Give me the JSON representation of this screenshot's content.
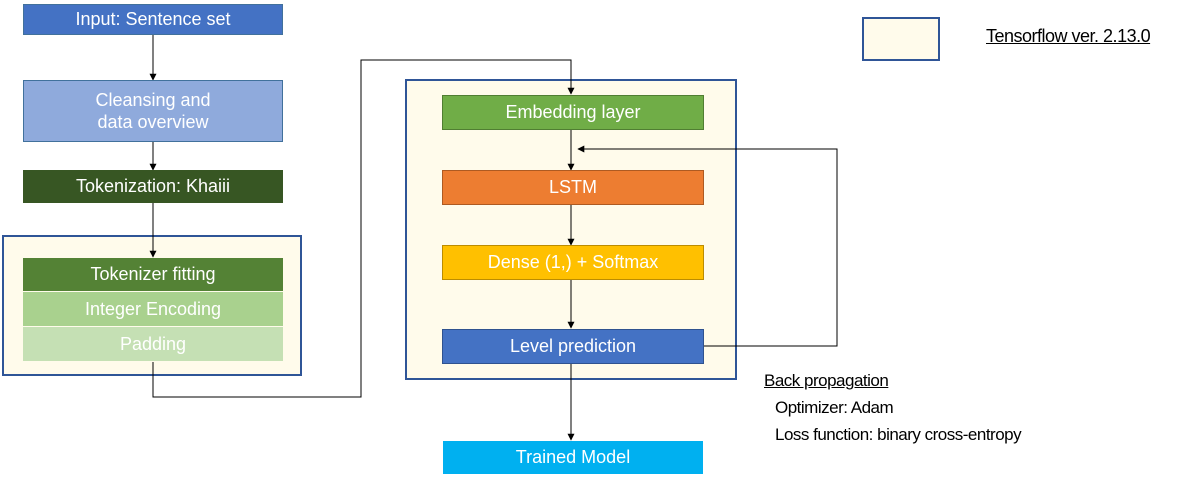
{
  "colors": {
    "blue": "#4472c4",
    "light_blue": "#8faadc",
    "dark_green": "#375623",
    "green": "#548235",
    "mid_green": "#70ad47",
    "light_green": "#a9d18e",
    "pale_green": "#c5e0b4",
    "orange": "#ed7d31",
    "gold": "#ffc000",
    "cyan": "#00b0f0",
    "container_fill": "#fffbeb",
    "container_border": "#2f5597"
  },
  "nodes": {
    "input": "Input: Sentence set",
    "cleansing_line1": "Cleansing and",
    "cleansing_line2": "data overview",
    "tokenization": "Tokenization: Khaiii",
    "tokenizer_fitting": "Tokenizer fitting",
    "integer_encoding": "Integer Encoding",
    "padding": "Padding",
    "embedding": "Embedding layer",
    "lstm": "LSTM",
    "dense": "Dense (1,) + Softmax",
    "level_prediction": "Level prediction",
    "trained_model": "Trained Model"
  },
  "legend": {
    "label": "Tensorflow ver. 2.13.0"
  },
  "backprop": {
    "title": "Back propagation",
    "optimizer": "Optimizer: Adam",
    "loss": "Loss function: binary cross-entropy"
  }
}
